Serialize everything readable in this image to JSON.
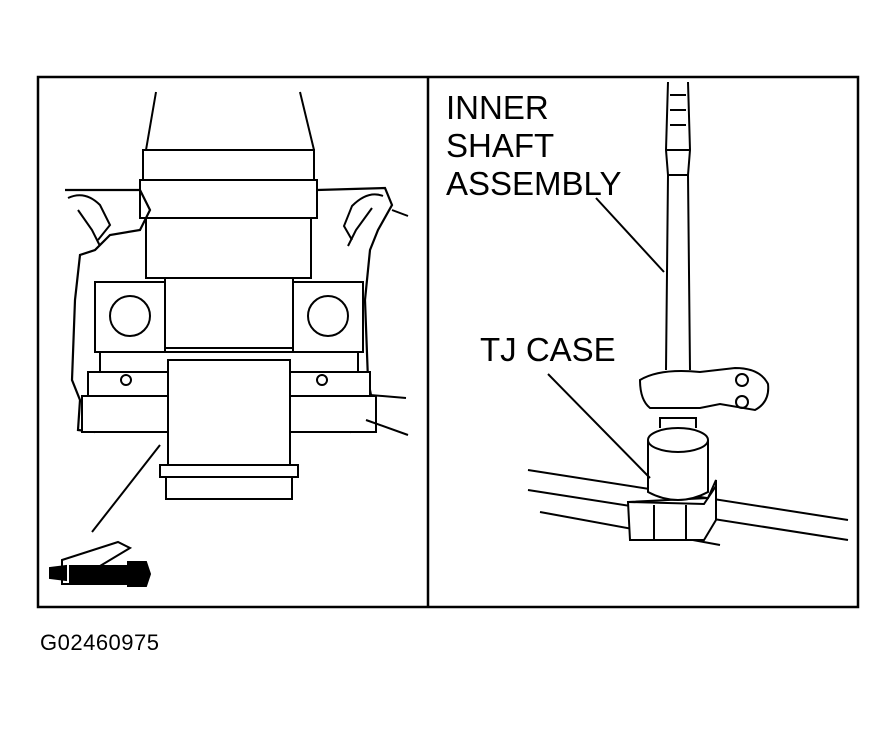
{
  "labels": {
    "inner_shaft_line1": "INNER",
    "inner_shaft_line2": "SHAFT",
    "inner_shaft_line3": "ASSEMBLY",
    "tj_case": "TJ CASE"
  },
  "figure_id": "G02460975",
  "colors": {
    "line": "#000000",
    "background": "#ffffff"
  }
}
